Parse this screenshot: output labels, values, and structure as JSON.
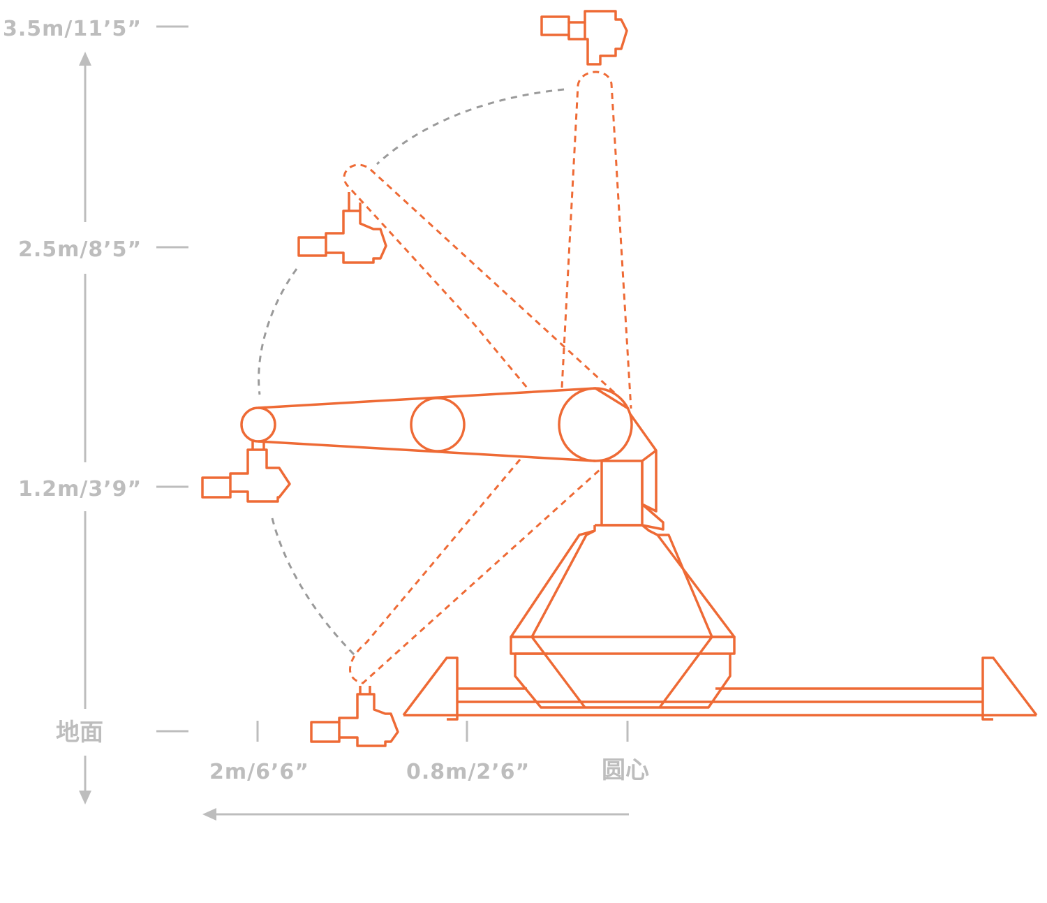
{
  "colors": {
    "accent": "#ee6a35",
    "label": "#bdbdbd",
    "arc": "#9a9a9a"
  },
  "height_labels": {
    "h_3_5": "3.5m/11’5”",
    "h_2_5": "2.5m/8’5”",
    "h_1_2": "1.2m/3’9”",
    "ground": "地面"
  },
  "distance_labels": {
    "d_2": "2m/6’6”",
    "d_0_8": "0.8m/2’6”",
    "center": "圆心"
  }
}
